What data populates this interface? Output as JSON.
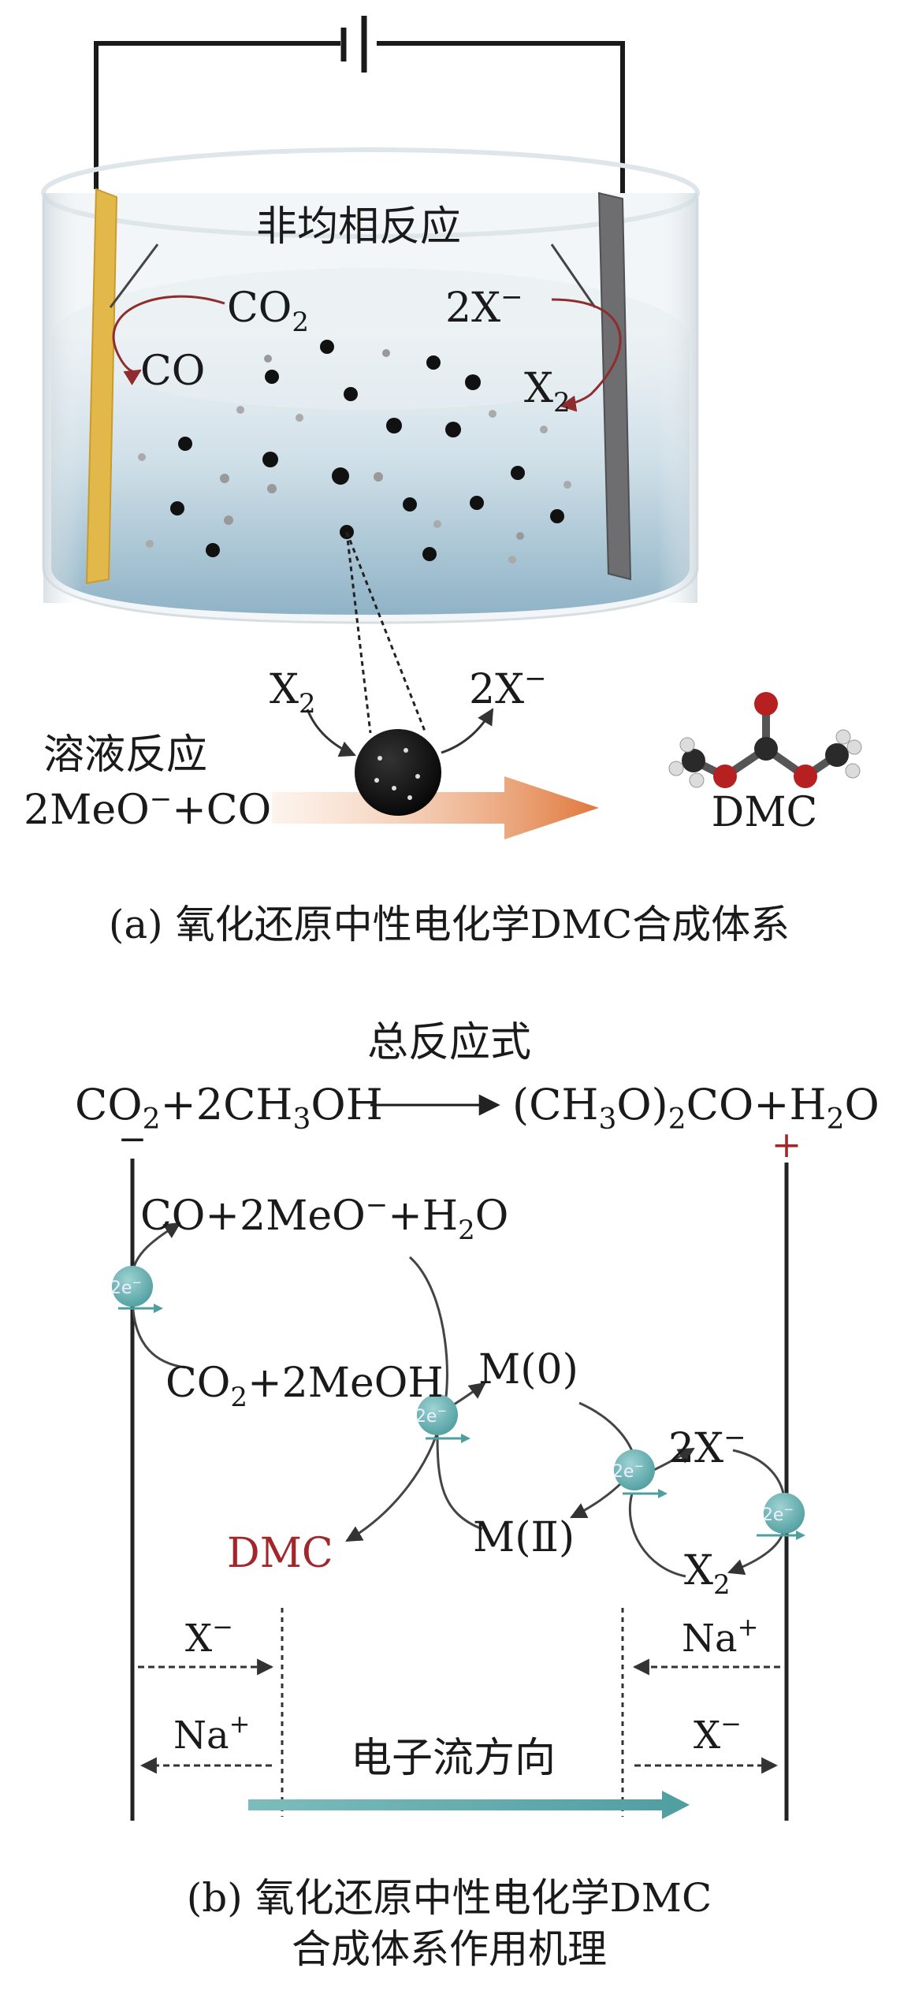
{
  "panel_a": {
    "title_heterogeneous": "非均相反应",
    "left_reactant": "CO",
    "left_reactant_sub": "2",
    "left_product": "CO",
    "right_reactant": "2X",
    "right_reactant_sup": "−",
    "right_product": "X",
    "right_product_sub": "2",
    "particle_in": "X",
    "particle_in_sub": "2",
    "particle_out": "2X",
    "particle_out_sup": "−",
    "solution_label": "溶液反应",
    "solution_eq": "2MeO",
    "solution_eq_sup": "−",
    "solution_eq_tail": "+CO",
    "molecule_label": "DMC",
    "caption": "(a) 氧化还原中性电化学DMC合成体系"
  },
  "panel_b": {
    "overall_title": "总反应式",
    "eq_left_a": "CO",
    "eq_left_sub": "2",
    "eq_left_b": "+2CH",
    "eq_left_sub2": "3",
    "eq_left_c": "OH",
    "eq_right_a": "(CH",
    "eq_right_sub": "3",
    "eq_right_b": "O)",
    "eq_right_sub2": "2",
    "eq_right_c": "CO+H",
    "eq_right_sub3": "2",
    "eq_right_d": "O",
    "minus_sign": "−",
    "plus_sign": "+",
    "cathode_product_a": "CO+2MeO",
    "cathode_product_sup": "−",
    "cathode_product_b": "+H",
    "cathode_product_sub": "2",
    "cathode_product_c": "O",
    "cathode_reactant_a": "CO",
    "cathode_reactant_sub": "2",
    "cathode_reactant_b": "+2MeOH",
    "m0": "M(0)",
    "m2": "M(Ⅱ)",
    "x_minus_2": "2X",
    "x_minus_2_sup": "−",
    "x2": "X",
    "x2_sub": "2",
    "dmc_product": "DMC",
    "electron_badge": "2e",
    "electron_badge_sup": "−",
    "ion_left_top": "X",
    "ion_left_top_sup": "−",
    "ion_left_bottom": "Na",
    "ion_left_bottom_sup": "+",
    "ion_right_top": "Na",
    "ion_right_top_sup": "+",
    "ion_right_bottom": "X",
    "ion_right_bottom_sup": "−",
    "electron_flow": "电子流方向",
    "caption_line1": "(b) 氧化还原中性电化学DMC",
    "caption_line2": "合成体系作用机理"
  },
  "colors": {
    "dmc_red": "#a3262a",
    "electron_teal": "#4f9ea0",
    "arrow_orange": "#e0783c",
    "electrode_gold": "#e3b84a",
    "electrode_grey": "#6e6e70",
    "solution_blue": "#a9c7d6"
  }
}
